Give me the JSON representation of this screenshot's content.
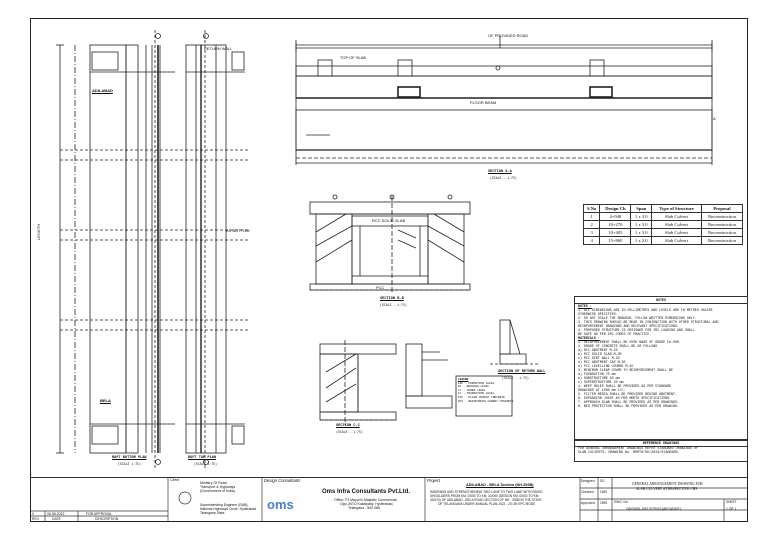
{
  "sheet": {
    "top_dimension": "OF PROVIDED ROAD",
    "right_label": "A",
    "left_label": "LENGTH",
    "section_a": {
      "caption": "SECTION A-A",
      "scale": "(SCALE - 1:75)"
    },
    "section_b": {
      "caption": "SECTION B-B",
      "scale": "(SCALE - 1:75)"
    },
    "section_c": {
      "caption": "SECTION C-C",
      "scale": "(SCALE - 1:75)"
    },
    "section_wing": {
      "caption": "SECTION OF RETURN WALL",
      "scale": "(SCALE - 1:75)"
    },
    "raft_bottom": {
      "caption": "RAFT BOTTOM PLAN",
      "scale": "(SCALE 1:75)"
    },
    "raft_top": {
      "caption": "RAFT TOP PLAN",
      "scale": "(SCALE 1:75)"
    },
    "labels": [
      "ADILABAD",
      "BELA",
      "RETURN WALL",
      "TOP OF SLAB",
      "FLOOR BEAM",
      "AS BOTTOM",
      "RCC SOLID SLAB",
      "PCC"
    ],
    "legend": {
      "title": "LEGEND",
      "items": [
        "FRL - FORMATION LEVEL",
        "RL - REDUCED LEVEL",
        "LL - LOWER LEVEL",
        "FL - FOUNDATION LEVEL",
        "PCC - PLAIN CEMENT CONCRETE",
        "RCC - REINFORCED CEMENT CONCRETE"
      ]
    }
  },
  "culvert_table": {
    "headers": [
      "S.No",
      "Design Ch",
      "Span",
      "Type of Structure",
      "Proposal"
    ],
    "rows": [
      [
        "1",
        "4+940",
        "1 x 3.0",
        "Slab Culvert",
        "Reconstruction"
      ],
      [
        "2",
        "10+270",
        "1 x 3.0",
        "Slab Culvert",
        "Reconstruction"
      ],
      [
        "3",
        "10+405",
        "1 x 3.0",
        "Slab Culvert",
        "Reconstruction"
      ],
      [
        "4",
        "15+860",
        "1 x 2.0",
        "Slab Culvert",
        "Reconstruction"
      ]
    ]
  },
  "notes": {
    "title": "NOTES",
    "general_head": "NOTES :",
    "lines": [
      "1. ALL DIMENSIONS ARE IN MILLIMETRES AND LEVELS ARE IN METRES UNLESS",
      "   OTHERWISE SPECIFIED.",
      "2. DO NOT SCALE THE DRAWING. FOLLOW WRITTEN DIMENSIONS ONLY.",
      "3. THIS DRAWING SHOULD BE READ IN CONJUNCTION WITH OTHER STRUCTURAL AND",
      "   REINFORCEMENT DRAWINGS AND RELEVANT SPECIFICATIONS.",
      "4. PROPOSED STRUCTURE IS DESIGNED FOR IRC LOADING AND SHALL",
      "   BE SAFE AS PER IRC CODES OF PRACTICE."
    ],
    "materials_head": "MATERIALS :",
    "material_lines": [
      "1. REINFORCEMENT SHALL BE HYSD BARS OF GRADE Fe-500.",
      "2. GRADE OF CONCRETE SHALL BE AS FOLLOWS",
      "   a) RCC ABUTMENT              M-25",
      "   b) RCC SOLID SLAB            M-30",
      "   c) RCC DIRT WALL             M-30",
      "   d) RCC ABUTMENT CAP          M-30",
      "   e) PCC LEVELLING COURSE      M-15",
      "3. MINIMUM CLEAR COVER TO REINFORCEMENT SHALL BE",
      "   a) FOUNDATION                75 mm",
      "   b) SUBSTRUCTURE              50 mm",
      "   c) SUPERSTRUCTURE            40 mm",
      "4. WEEP HOLES SHALL BE PROVIDED AS PER STANDARD",
      "   DRAWINGS AT 1000 mm C/C.",
      "5. FILTER MEDIA SHALL BE PROVIDED BEHIND ABUTMENT.",
      "6. EXPANSION JOINT AS PER MORTH SPECIFICATIONS.",
      "7. APPROACH SLAB SHALL BE PROVIDED AS PER DRAWINGS.",
      "8. BED PROTECTION SHALL BE PROVIDED AS PER DRAWING."
    ]
  },
  "reference": {
    "title": "REFERENCE DRAWINGS",
    "lines": [
      "FOR GENERAL ARRANGEMENT DRAWINGS REFER STANDARD DRAWINGS OF",
      "SLAB CULVERTS, DRAWING No. MORTH/SD/2024/STANDARD."
    ]
  },
  "title_block": {
    "revision_row": [
      "0",
      "06-08-2022",
      "FOR APPROVAL"
    ],
    "revision_headers": [
      "REV.",
      "DATE",
      "DESCRIPTION"
    ],
    "client_label": "Client",
    "client_lines": [
      "Ministry Of Road",
      "Transport & Highways",
      "(Government of India)"
    ],
    "client_sub": [
      "Superintending Engineer (R&B),",
      "National Highways Circle, Hyderabad",
      "Telangana State"
    ],
    "consultant_label": "Design Consultants",
    "consultant_name": "Oms Infra Consultants Pvt.Ltd.",
    "consultant_addr": [
      "Office: F3 Mayuri's Majestic Commercial,",
      "Opp.JNTU Kukatpally, Hyderabad,",
      "Telangana - 500 085"
    ],
    "logo_text": "oms",
    "project_label": "Project",
    "project_title": "ADILABAD - BELA Section (NH-353B)",
    "project_desc": [
      "WIDENING AND STRENGTHENING TWO LANE TO TWO LANE WITH PAVED",
      "SHOULDERS FROM KM. 0/000 TO KM. 33/000 (DESIGN KM. 0/000 TO KM.",
      "33/470) OF ADILABAD - BELA ROAD SECTION OF NH - 353B IN THE STATE",
      "OF TELANGANA UNDER ANNUAL PLAN 2022 - 23 ON EPC MODE"
    ],
    "roles": [
      "Designed",
      "Checked",
      "Approved"
    ],
    "role_values": [
      "SG",
      "OMS",
      "OMS"
    ],
    "drawing_title": [
      "GENERAL ARRANGEMENT DRAWING FOR",
      "SLAB CULVERT AT RESPECTIVE CHS"
    ],
    "dwg_no_label": "DWG. No.",
    "dwg_no": "OMS/ADL-BEL/STR/SLAB/GAD/001",
    "sheet_label": "SHEET",
    "sheet_value": "1 OF 1"
  }
}
